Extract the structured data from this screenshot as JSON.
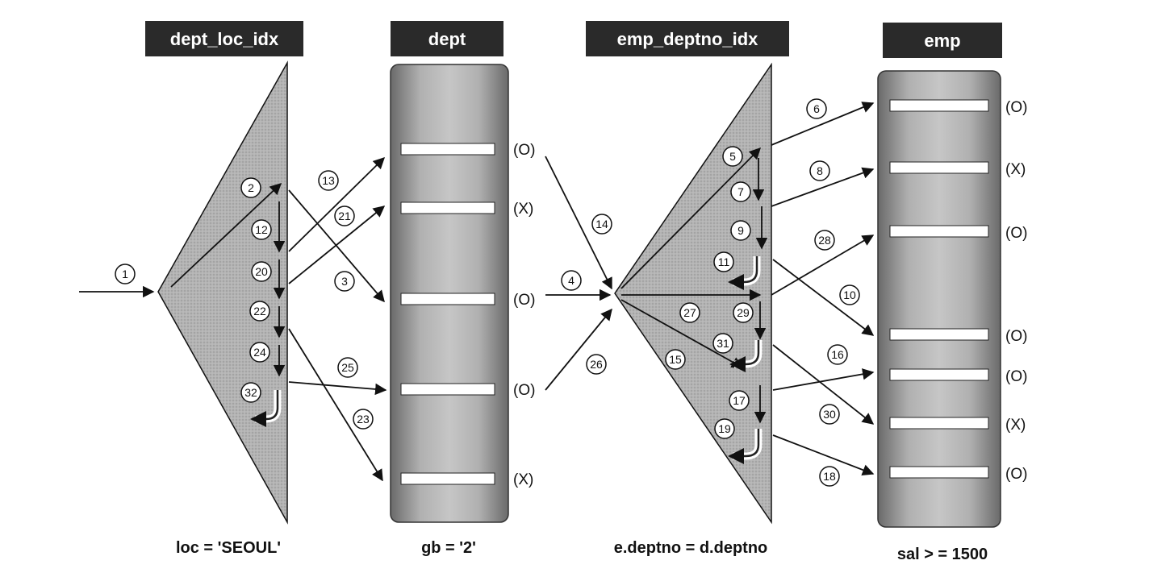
{
  "dept_loc_idx": {
    "title": "dept_loc_idx",
    "condition": "loc = 'SEOUL'",
    "steps": [
      {
        "n": "1"
      },
      {
        "n": "2"
      },
      {
        "n": "12"
      },
      {
        "n": "20"
      },
      {
        "n": "22"
      },
      {
        "n": "24"
      },
      {
        "n": "32"
      }
    ]
  },
  "dept": {
    "title": "dept",
    "condition": "gb = '2'",
    "rows": [
      {
        "mark": "(O)"
      },
      {
        "mark": "(X)"
      },
      {
        "mark": "(O)"
      },
      {
        "mark": "(O)"
      },
      {
        "mark": "(X)"
      }
    ],
    "steps": [
      {
        "n": "13"
      },
      {
        "n": "21"
      },
      {
        "n": "3"
      },
      {
        "n": "25"
      },
      {
        "n": "23"
      }
    ]
  },
  "emp_deptno_idx": {
    "title": "emp_deptno_idx",
    "condition": "e.deptno = d.deptno",
    "steps": [
      {
        "n": "14"
      },
      {
        "n": "4"
      },
      {
        "n": "26"
      },
      {
        "n": "5"
      },
      {
        "n": "7"
      },
      {
        "n": "9"
      },
      {
        "n": "11"
      },
      {
        "n": "27"
      },
      {
        "n": "15"
      },
      {
        "n": "29"
      },
      {
        "n": "31"
      },
      {
        "n": "17"
      },
      {
        "n": "19"
      }
    ]
  },
  "emp": {
    "title": "emp",
    "condition": "sal > = 1500",
    "rows": [
      {
        "mark": "(O)"
      },
      {
        "mark": "(X)"
      },
      {
        "mark": "(O)"
      },
      {
        "mark": "(O)"
      },
      {
        "mark": "(O)"
      },
      {
        "mark": "(X)"
      },
      {
        "mark": "(O)"
      }
    ],
    "steps": [
      {
        "n": "6"
      },
      {
        "n": "8"
      },
      {
        "n": "28"
      },
      {
        "n": "10"
      },
      {
        "n": "16"
      },
      {
        "n": "30"
      },
      {
        "n": "18"
      }
    ]
  },
  "colors": {
    "header_bg": "#2a2a2a",
    "triangle_fill": "#b4b4b4",
    "column_mid": "#c6c6c6",
    "column_edge": "#6a6a6a",
    "row_slot": "#ffffff",
    "line": "#111111"
  }
}
